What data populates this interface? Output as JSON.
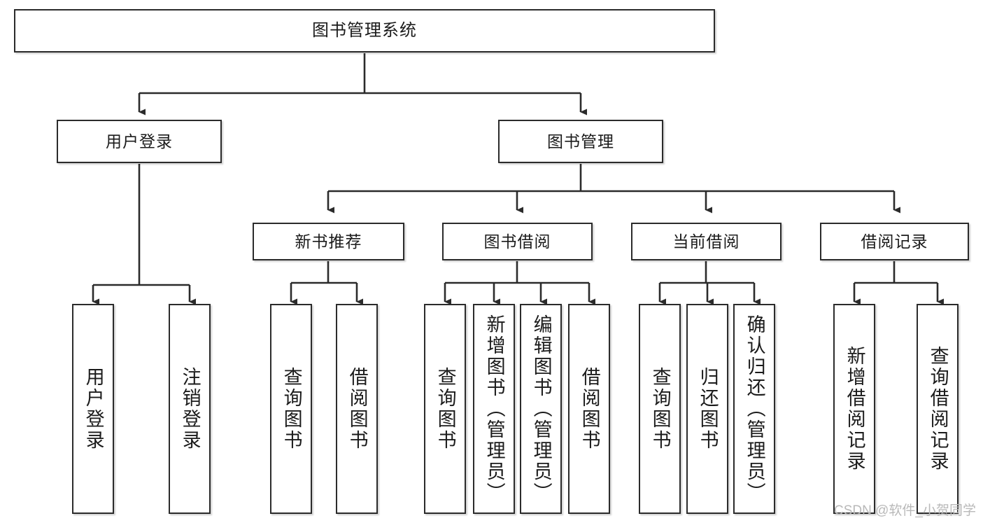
{
  "diagram": {
    "type": "tree",
    "title": "图书管理系统",
    "orientation": "top-down",
    "levels": 4
  },
  "nodes": {
    "root": {
      "label": "图书管理系统"
    },
    "level2": [
      {
        "id": "user-login",
        "label": "用户登录"
      },
      {
        "id": "book-management",
        "label": "图书管理"
      }
    ],
    "level3": [
      {
        "id": "new-book-recommend",
        "label": "新书推荐"
      },
      {
        "id": "book-borrow",
        "label": "图书借阅"
      },
      {
        "id": "current-borrow",
        "label": "当前借阅"
      },
      {
        "id": "borrow-record",
        "label": "借阅记录"
      }
    ],
    "leaves": [
      {
        "id": "leaf-user-login",
        "label": "用户登录",
        "parent": "user-login"
      },
      {
        "id": "leaf-logout-login",
        "label": "注销登录",
        "parent": "user-login"
      },
      {
        "id": "leaf-query-book-1",
        "label": "查询图书",
        "parent": "new-book-recommend"
      },
      {
        "id": "leaf-borrow-book-1",
        "label": "借阅图书",
        "parent": "new-book-recommend"
      },
      {
        "id": "leaf-query-book-2",
        "label": "查询图书",
        "parent": "book-borrow"
      },
      {
        "id": "leaf-add-book",
        "label": "新增图书（管理员）",
        "parent": "book-borrow"
      },
      {
        "id": "leaf-edit-book",
        "label": "编辑图书（管理员）",
        "parent": "book-borrow"
      },
      {
        "id": "leaf-borrow-book-2",
        "label": "借阅图书",
        "parent": "book-borrow"
      },
      {
        "id": "leaf-query-book-3",
        "label": "查询图书",
        "parent": "current-borrow"
      },
      {
        "id": "leaf-return-book",
        "label": "归还图书",
        "parent": "current-borrow"
      },
      {
        "id": "leaf-confirm-return",
        "label": "确认归还（管理员）",
        "parent": "current-borrow"
      },
      {
        "id": "leaf-add-record",
        "label": "新增借阅记录",
        "parent": "borrow-record"
      },
      {
        "id": "leaf-query-record",
        "label": "查询借阅记录",
        "parent": "borrow-record"
      }
    ]
  },
  "watermark": {
    "text": "CSDN @软件_小贺同学"
  },
  "colors": {
    "stroke": "#2b2b2b",
    "fill": "#ffffff",
    "text": "#1b1b1b",
    "watermark": "#b9b9b9"
  }
}
